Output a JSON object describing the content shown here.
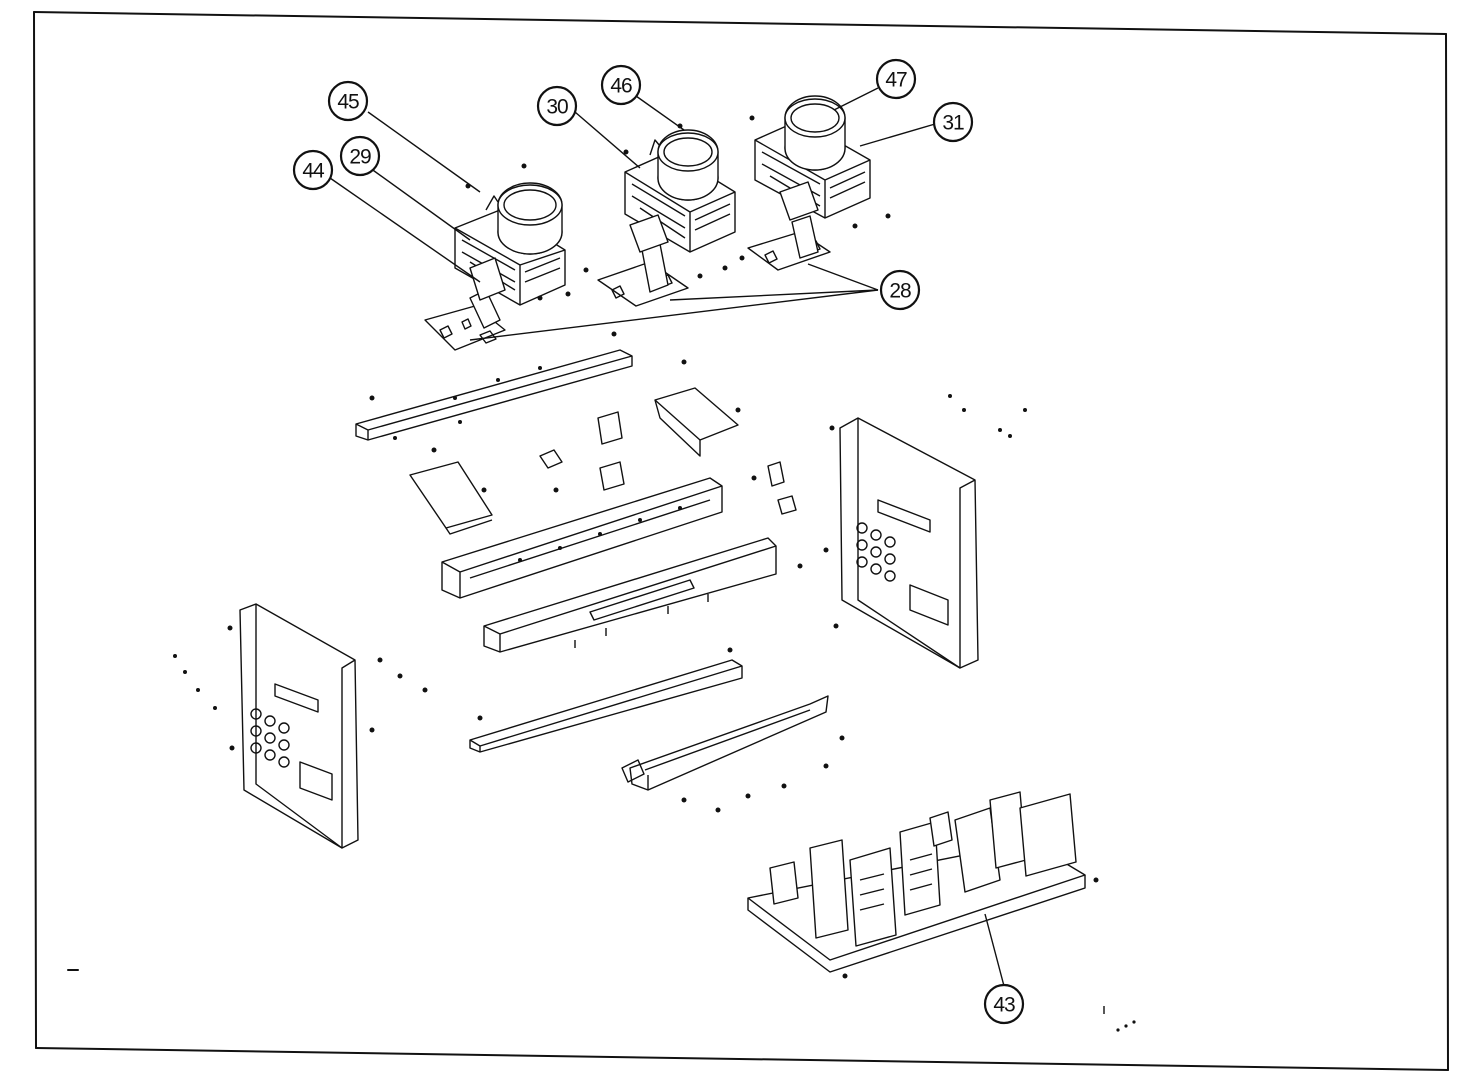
{
  "callouts": {
    "c44": "44",
    "c29": "29",
    "c45": "45",
    "c30": "30",
    "c46": "46",
    "c47": "47",
    "c31": "31",
    "c28": "28",
    "c43": "43"
  }
}
